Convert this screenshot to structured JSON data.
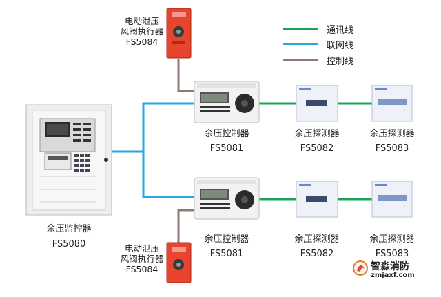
{
  "legend": {
    "comm": {
      "label": "通讯线",
      "color": "#1aa35a"
    },
    "network": {
      "label": "联网线",
      "color": "#2aa7df"
    },
    "control": {
      "label": "控制线",
      "color": "#8b7b73"
    }
  },
  "monitor": {
    "name": "余压监控器",
    "model": "FS5080"
  },
  "controller_top": {
    "name": "余压控制器",
    "model": "FS5081"
  },
  "controller_bottom": {
    "name": "余压控制器",
    "model": "FS5081"
  },
  "detector_a_top": {
    "name": "余压探测器",
    "model": "FS5082"
  },
  "detector_b_top": {
    "name": "余压探测器",
    "model": "FS5083"
  },
  "detector_a_bottom": {
    "name": "余压探测器",
    "model": "FS5082"
  },
  "detector_b_bottom": {
    "name": "余压探测器",
    "model": "FS5083"
  },
  "actuator_top": {
    "line1": "电动泄压",
    "line2": "风阀执行器",
    "model": "FS5084"
  },
  "actuator_bottom": {
    "line1": "电动泄压",
    "line2": "风阀执行器",
    "model": "FS5084"
  },
  "watermark": {
    "cn": "智淼消防",
    "url": "zmjaxf.com"
  }
}
